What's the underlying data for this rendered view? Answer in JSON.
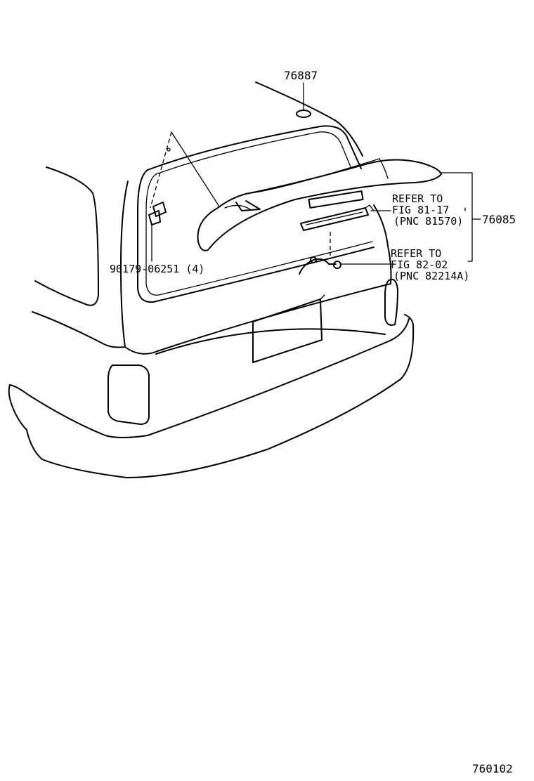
{
  "callouts": {
    "part_76887": "76887",
    "part_90179": "90179-06251 (4)",
    "part_76085": "76085",
    "ref1_line1": "REFER TO",
    "ref1_line2": "FIG 81-17",
    "ref1_line3": "(PNC 81570)",
    "ref2_line1": "REFER TO",
    "ref2_line2": "FIG 82-02",
    "ref2_line3": "(PNC 82214A)"
  },
  "figure_code": "760102"
}
